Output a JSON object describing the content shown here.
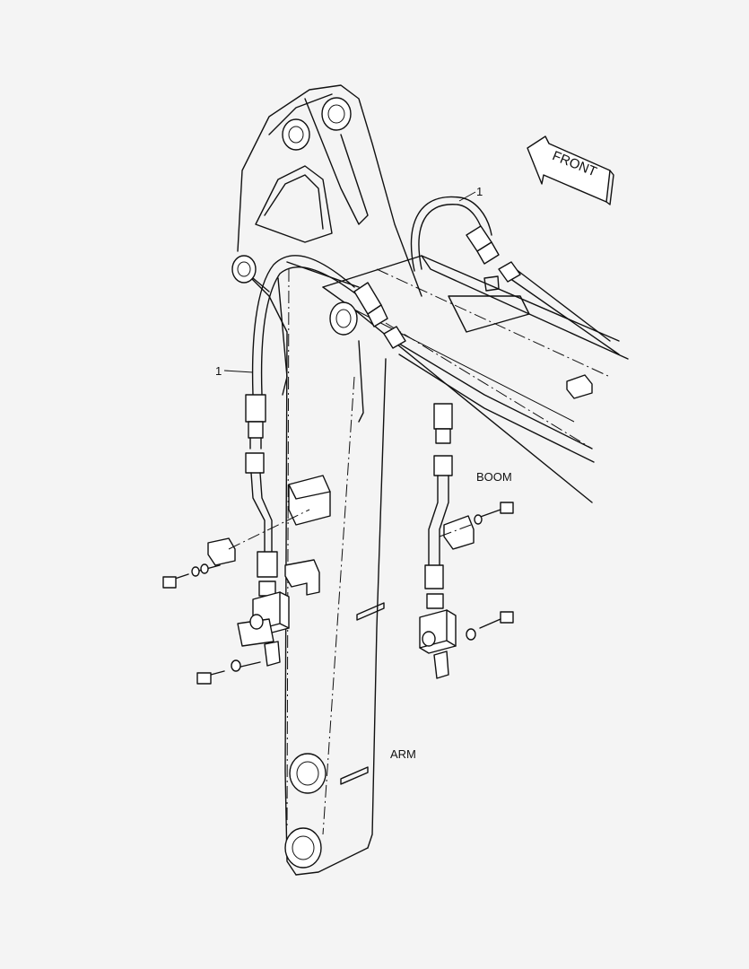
{
  "labels": {
    "front": "FRONT",
    "boom": "BOOM",
    "arm": "ARM",
    "callout_upper": "1",
    "callout_left": "1"
  },
  "colors": {
    "background": "#f4f4f4",
    "line": "#111111"
  }
}
